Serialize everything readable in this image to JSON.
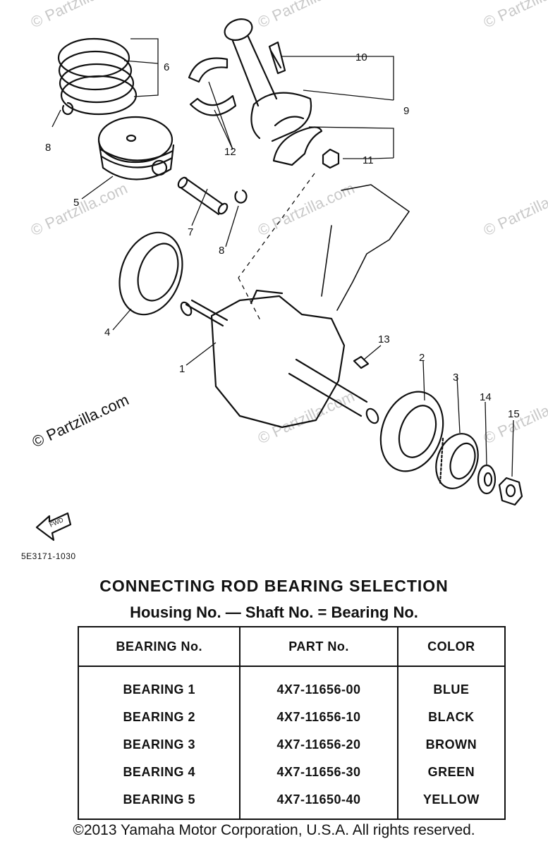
{
  "watermark": "© Partzilla.com",
  "callouts": [
    "1",
    "2",
    "3",
    "4",
    "5",
    "6",
    "7",
    "8",
    "8",
    "9",
    "10",
    "11",
    "12",
    "13",
    "14",
    "15"
  ],
  "part_code": "5E3171-1030",
  "fwd_label": "FWD",
  "selection": {
    "title": "CONNECTING ROD BEARING SELECTION",
    "subtitle": "Housing No. — Shaft No. = Bearing No.",
    "headers": [
      "BEARING No.",
      "PART No.",
      "COLOR"
    ],
    "rows": [
      [
        "BEARING 1",
        "4X7-11656-00",
        "BLUE"
      ],
      [
        "BEARING 2",
        "4X7-11656-10",
        "BLACK"
      ],
      [
        "BEARING 3",
        "4X7-11656-20",
        "BROWN"
      ],
      [
        "BEARING 4",
        "4X7-11656-30",
        "GREEN"
      ],
      [
        "BEARING 5",
        "4X7-11650-40",
        "YELLOW"
      ]
    ]
  },
  "copyright": "©2013 Yamaha Motor Corporation, U.S.A. All rights reserved."
}
